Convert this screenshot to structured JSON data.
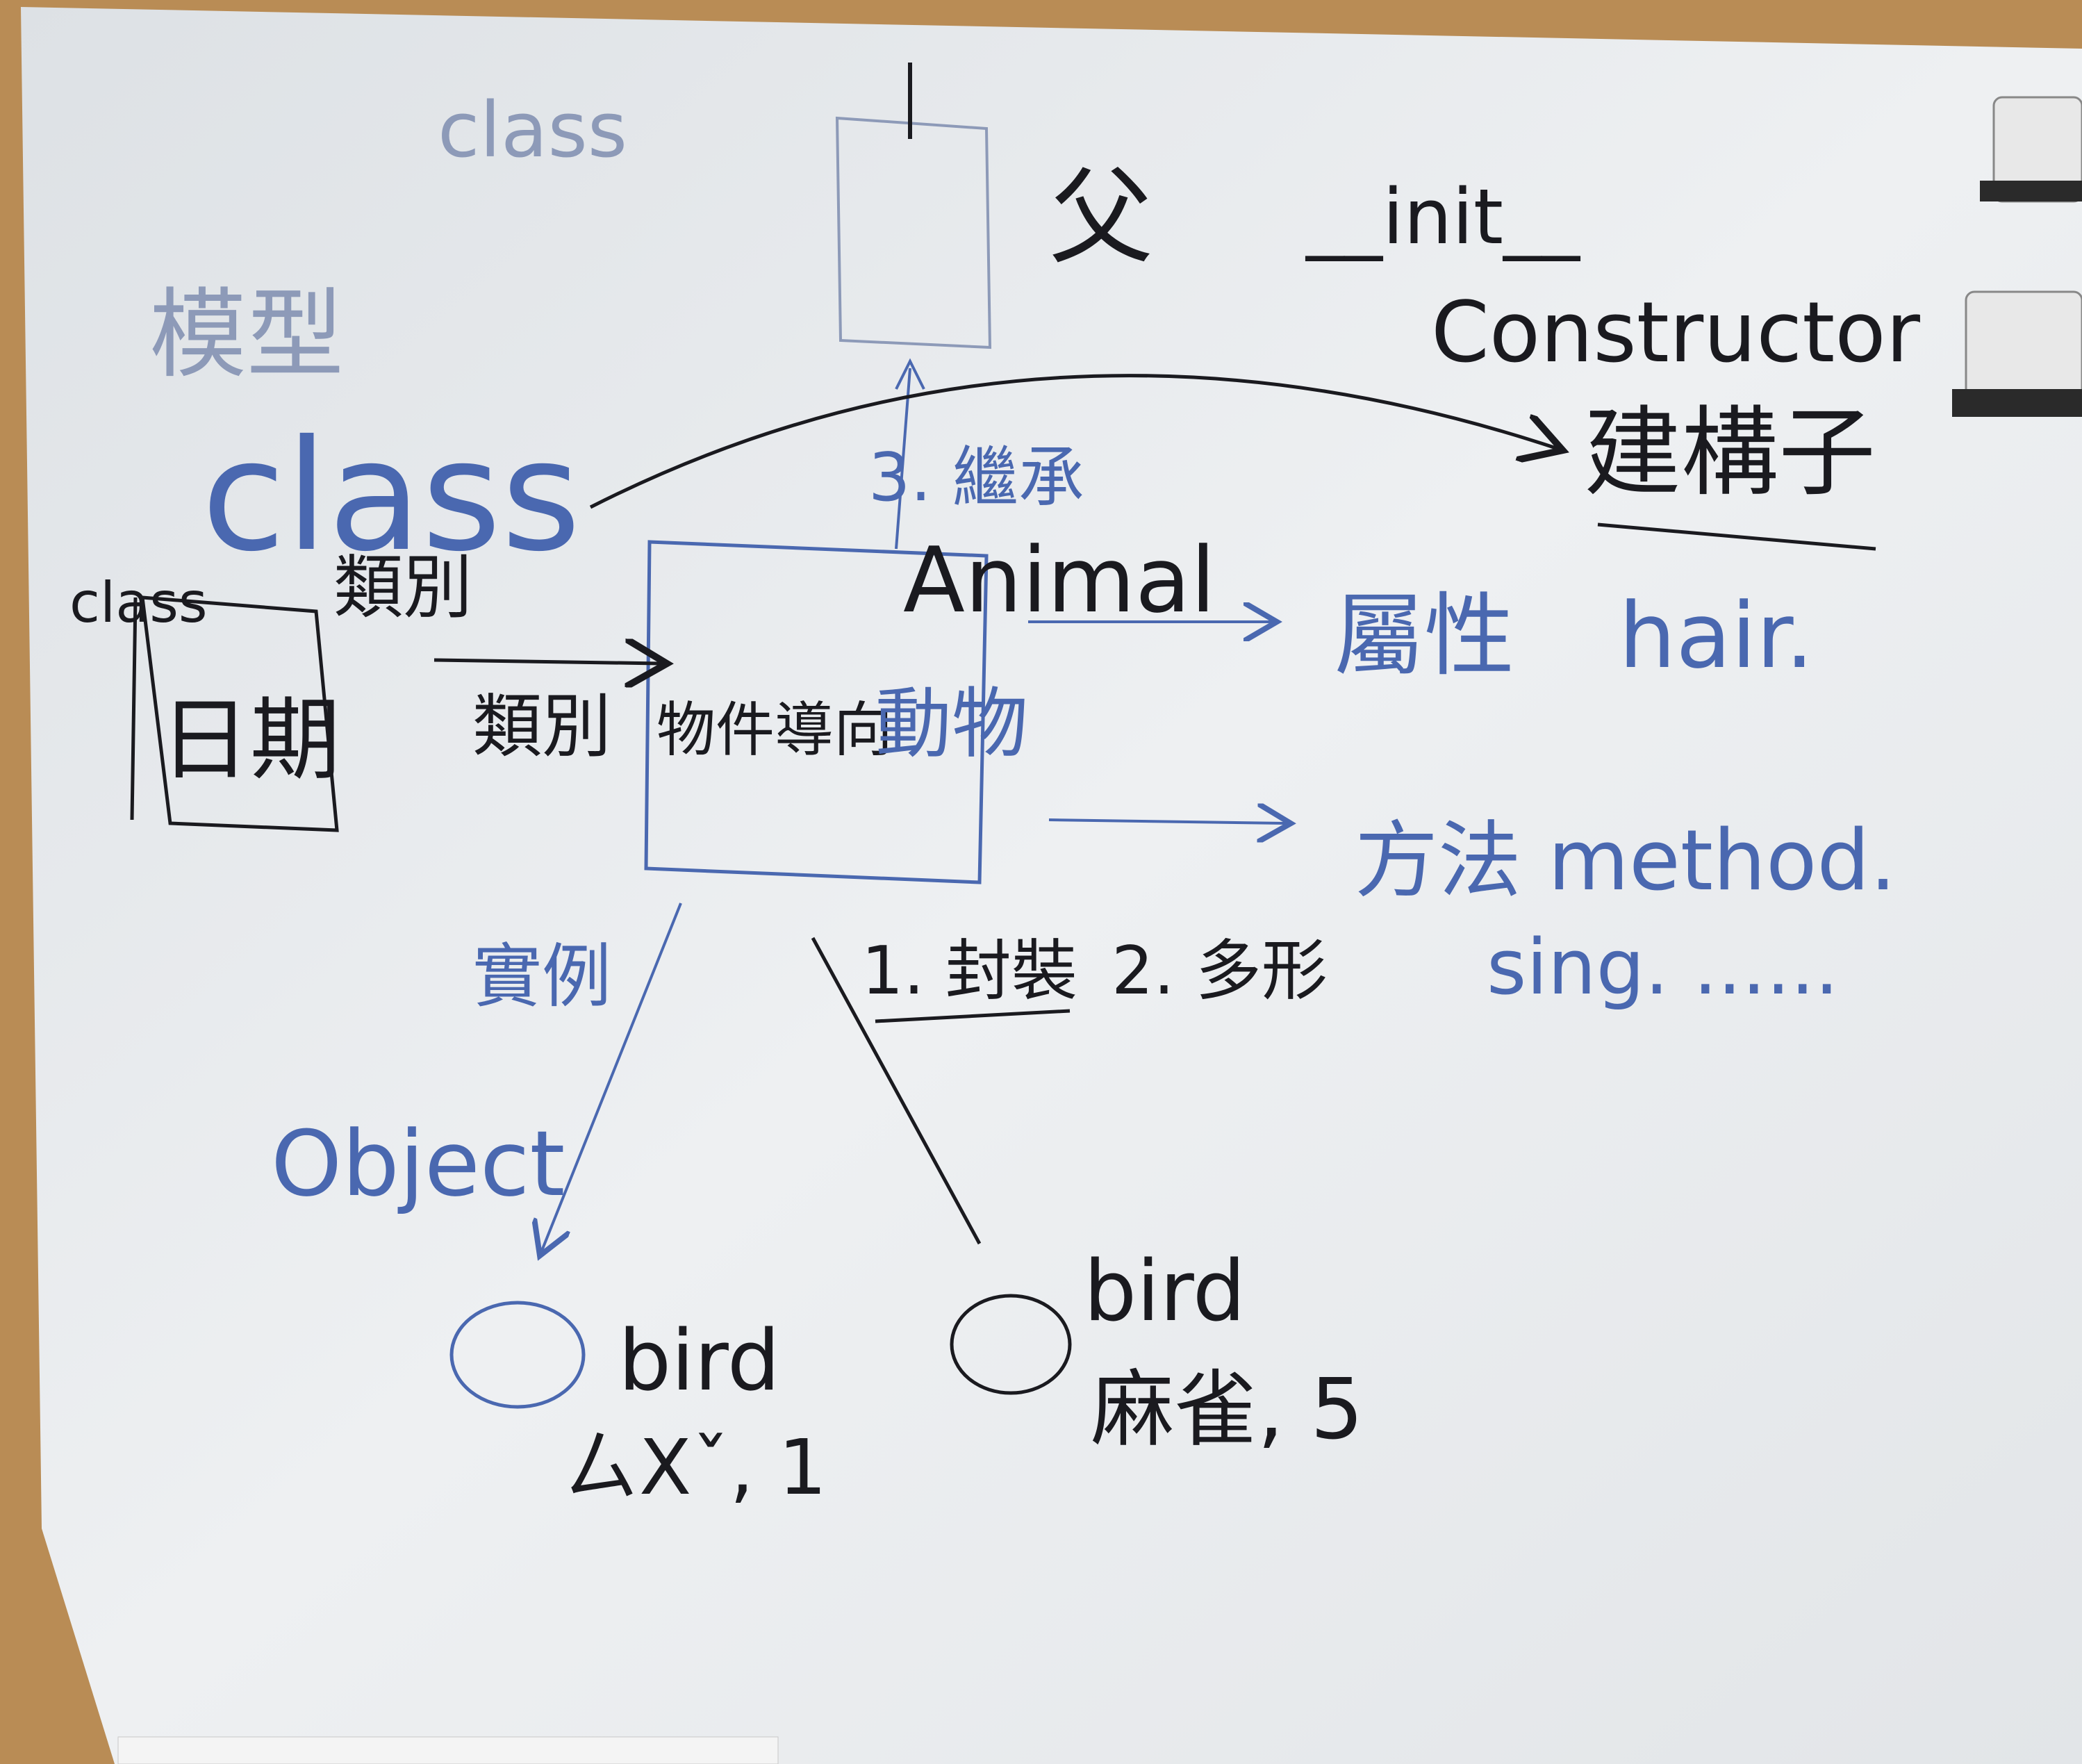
{
  "scene": {
    "description_free": true,
    "colors": {
      "frame": "#b98c55",
      "board": "#eceef0",
      "black_ink": "#1a1a1f",
      "blue_ink": "#4a68b0",
      "faint_ink": "#8d9ab8"
    }
  },
  "board_text": {
    "class_top": "class",
    "father": "父",
    "init": "__init__",
    "constructor": "Constructor",
    "constructor_cn": "建構子",
    "template": "模型",
    "class_big": "class",
    "class_label_cn": "類別",
    "class_small": "class",
    "date": "日期",
    "class_cn_2": "類別",
    "object_cn": "物件導向",
    "inherit": "3. 繼承",
    "animal": "Animal",
    "animal_cn": "動物",
    "attribute": "屬性",
    "hair": "hair.",
    "method": "方法 method.",
    "sing": "sing. ......",
    "instance": "實例",
    "encapsulation": "1. 封裝",
    "polymorphism": "2. 多形",
    "object": "Object",
    "bird1": "bird",
    "bird1_name": "ㄙXˇ, 1",
    "bird2": "bird",
    "bird2_name": "麻雀, 5"
  }
}
